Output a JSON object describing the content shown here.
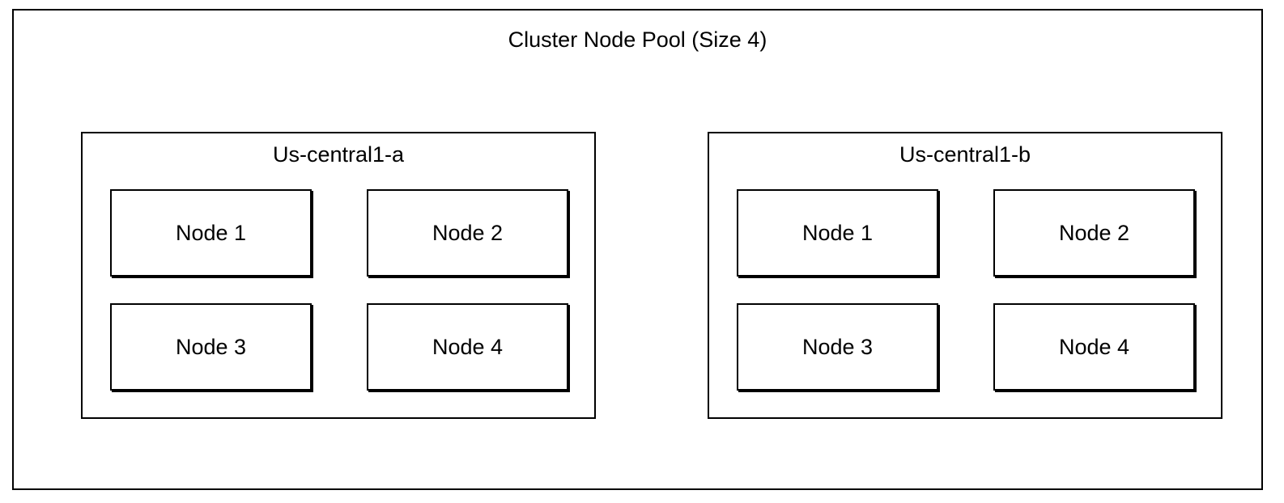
{
  "pool": {
    "title": "Cluster Node Pool (Size 4)"
  },
  "zones": [
    {
      "name": "Us-central1-a",
      "nodes": [
        "Node 1",
        "Node 2",
        "Node 3",
        "Node 4"
      ]
    },
    {
      "name": "Us-central1-b",
      "nodes": [
        "Node 1",
        "Node 2",
        "Node 3",
        "Node 4"
      ]
    }
  ]
}
